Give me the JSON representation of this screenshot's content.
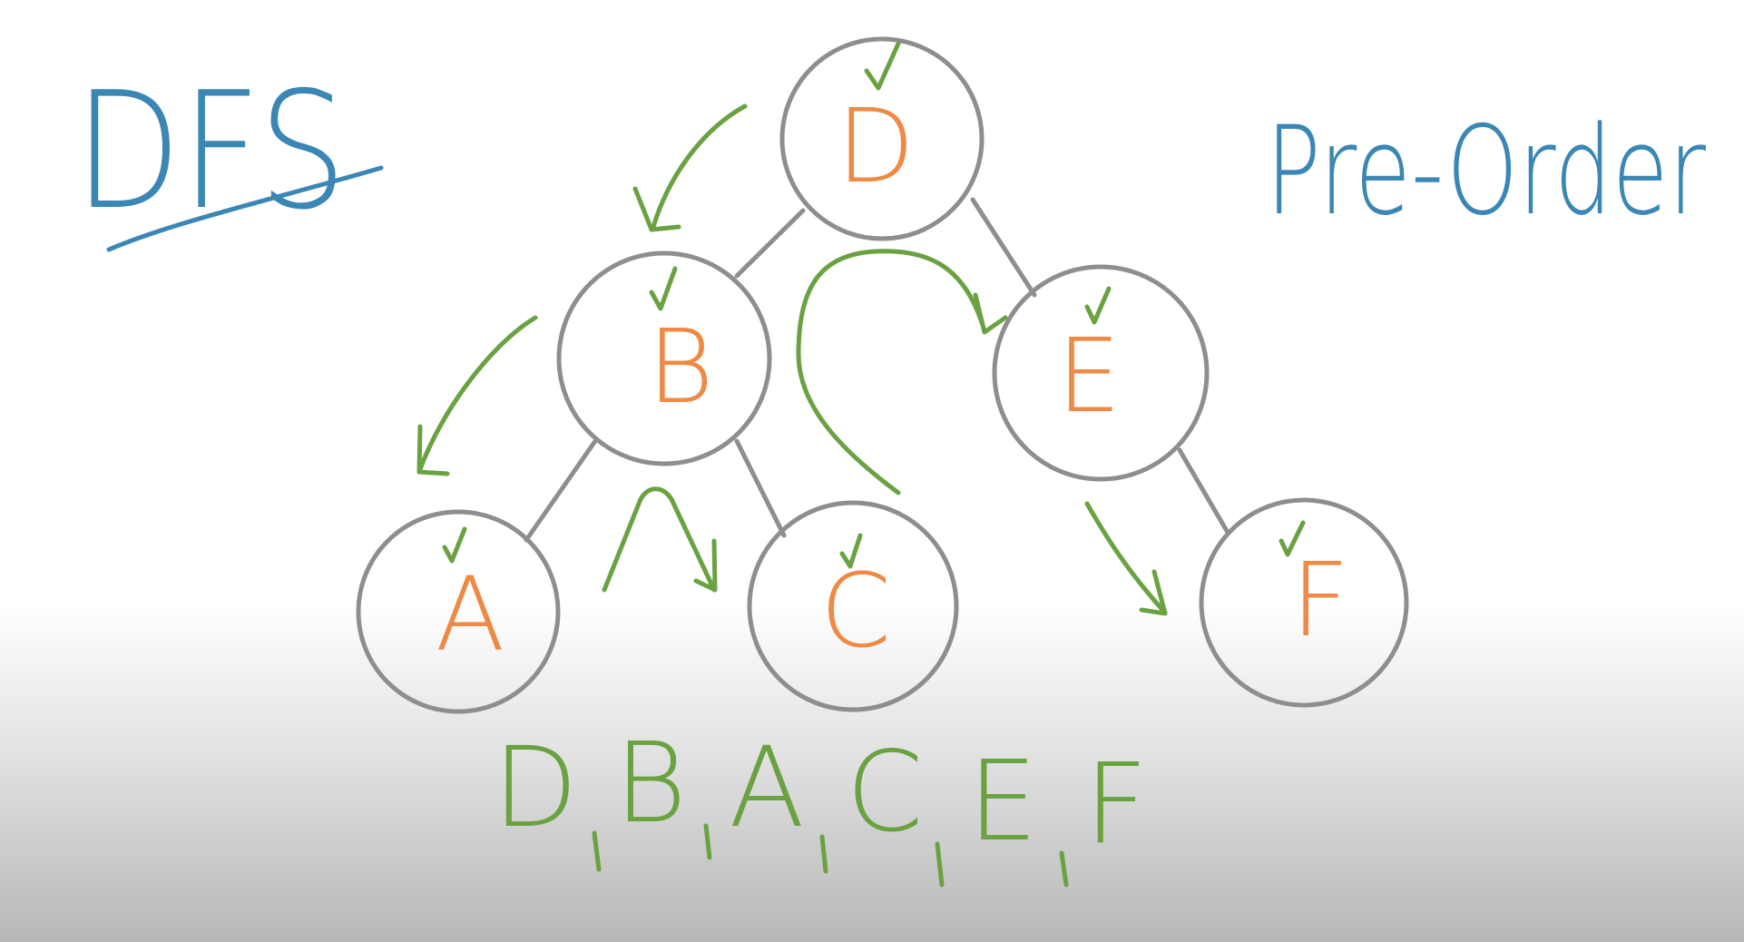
{
  "title": "DFS",
  "subtitle": "Pre-Order",
  "traversal_order": [
    "D",
    "B",
    "A",
    "C",
    "E",
    "F"
  ],
  "nodes": {
    "d": {
      "label": "D",
      "visited": true
    },
    "b": {
      "label": "B",
      "visited": true
    },
    "e": {
      "label": "E",
      "visited": true
    },
    "a": {
      "label": "A",
      "visited": true
    },
    "c": {
      "label": "C",
      "visited": true
    },
    "f": {
      "label": "F",
      "visited": true
    }
  },
  "edges": [
    {
      "from": "D",
      "to": "B"
    },
    {
      "from": "D",
      "to": "E"
    },
    {
      "from": "B",
      "to": "A"
    },
    {
      "from": "B",
      "to": "C"
    },
    {
      "from": "E",
      "to": "F"
    }
  ],
  "colors": {
    "title": "#3a86b4",
    "node_label": "#ee8a45",
    "node_outline": "#8e8e8e",
    "traversal": "#6aa242",
    "background_bottom": "#b9b9b9"
  }
}
